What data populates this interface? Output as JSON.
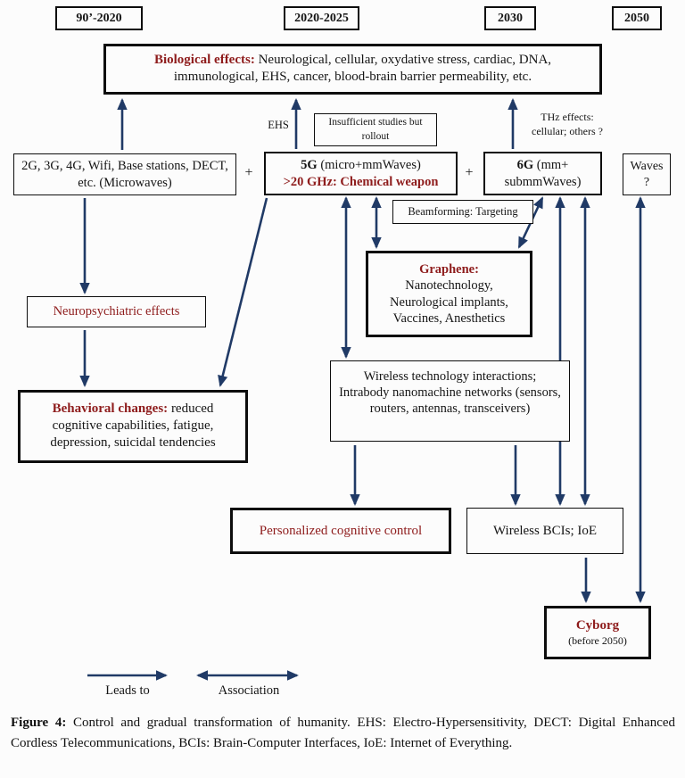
{
  "colors": {
    "accent_red": "#8e1c1c",
    "arrow_navy": "#203a66",
    "box_border": "#0d0d0d",
    "background": "#fcfcfc"
  },
  "timeline": {
    "era1": "90’-2020",
    "era2": "2020-2025",
    "era3": "2030",
    "era4": "2050"
  },
  "nodes": {
    "biological": {
      "lead": "Biological effects:",
      "rest": " Neurological, cellular, oxydative stress, cardiac, DNA, immunological, EHS, cancer, blood-brain barrier permeability, etc."
    },
    "ehs_label": "EHS",
    "insufficient_studies": "Insufficient studies but rollout",
    "thz_effects": "THz effects: cellular; others ?",
    "microwaves": "2G, 3G, 4G, Wifi, Base stations, DECT, etc. (Microwaves)",
    "plus": "+",
    "g5": {
      "lead": "5G",
      "rest": " (micro+mmWaves)",
      "line2": ">20 GHz: Chemical weapon"
    },
    "g6": {
      "lead": "6G",
      "rest": " (mm+ submmWaves)"
    },
    "waves": {
      "line1": "Waves",
      "line2": "?"
    },
    "beamforming": "Beamforming: Targeting",
    "neuropsychiatric": "Neuropsychiatric effects",
    "behavioral": {
      "lead": "Behavioral changes:",
      "rest": " reduced cognitive capabilities, fatigue, depression, suicidal tendencies"
    },
    "graphene": {
      "lead": "Graphene:",
      "lines": [
        "Nanotechnology,",
        "Neurological implants,",
        "Vaccines, Anesthetics"
      ]
    },
    "wireless_interactions": "Wireless technology interactions; Intrabody nanomachine networks (sensors, routers, antennas, transceivers)",
    "personalized_control": "Personalized cognitive control",
    "wireless_bcis": "Wireless BCIs; IoE",
    "cyborg": {
      "main": "Cyborg",
      "sub": "(before 2050)"
    }
  },
  "legend": {
    "leads_to": "Leads to",
    "association": "Association"
  },
  "caption": {
    "lead": "Figure 4:",
    "rest": " Control and gradual transformation of humanity. EHS: Electro-Hypersensitivity, DECT: Digital Enhanced Cordless Telecommunications, BCIs: Brain-Computer Interfaces, IoE: Internet of Everything."
  }
}
